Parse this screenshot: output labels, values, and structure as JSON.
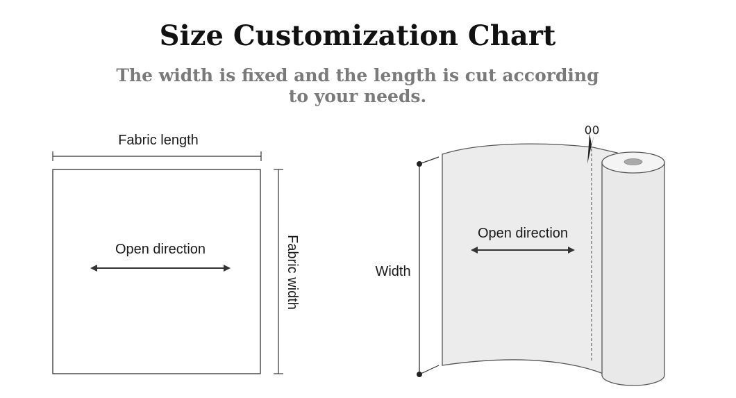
{
  "header": {
    "title": "Size Customization Chart",
    "subtitle": "The width is fixed and the length is cut according to your needs."
  },
  "flat_diagram": {
    "length_label": "Fabric length",
    "width_label": "Fabric width",
    "direction_label": "Open direction"
  },
  "roll_diagram": {
    "width_label": "Width",
    "direction_label": "Open direction"
  },
  "colors": {
    "line": "#333333",
    "fabric_fill": "#ececec",
    "roll_fill": "#e9e9e9",
    "core_fill": "#a9a9a9",
    "subtitle": "#7a7a7a"
  },
  "icons": [
    "double-arrow-icon",
    "scissors-icon"
  ]
}
